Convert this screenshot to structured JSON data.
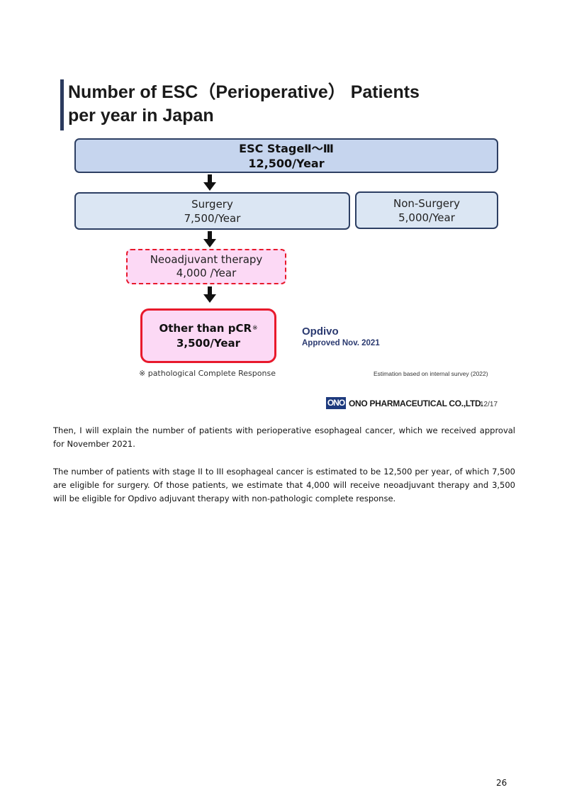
{
  "slide": {
    "title_line1": "Number of ESC（Perioperative） Patients",
    "title_line2": "per year in Japan",
    "boxes": {
      "top": {
        "line1": "ESC  StageⅡ～Ⅲ",
        "line2": "12,500/Year"
      },
      "surgery": {
        "line1": "Surgery",
        "line2": "7,500/Year"
      },
      "non_surgery": {
        "line1": "Non-Surgery",
        "line2": "5,000/Year"
      },
      "neoadjuvant": {
        "line1": "Neoadjuvant therapy",
        "line2": "4,000 /Year"
      },
      "pcr": {
        "line1": "Other than pCR",
        "mark": "※",
        "line2": "3,500/Year"
      }
    },
    "opdivo_label": "Opdivo",
    "approved_label": "Approved Nov. 2021",
    "footnote": "※ pathological Complete Response",
    "estimation_note": "Estimation based on internal survey (2022)",
    "logo_text": "ONO",
    "company": "ONO PHARMACEUTICAL CO.,LTD.",
    "slide_number": "12/17",
    "colors": {
      "box_blue": "#c6d5ee",
      "box_pink": "#fcd9f5",
      "accent_red": "#e8192c",
      "navy": "#2b3a70"
    }
  },
  "text": {
    "paragraph1": "Then, I will explain the number of patients with perioperative esophageal cancer, which we received approval for November 2021.",
    "paragraph2": "The number of patients with stage II to III esophageal cancer is estimated to be 12,500 per year, of which 7,500 are eligible for surgery. Of those patients, we estimate that 4,000 will receive neoadjuvant therapy and 3,500 will be eligible for Opdivo adjuvant therapy with non-pathologic complete response."
  },
  "page_number": "26"
}
